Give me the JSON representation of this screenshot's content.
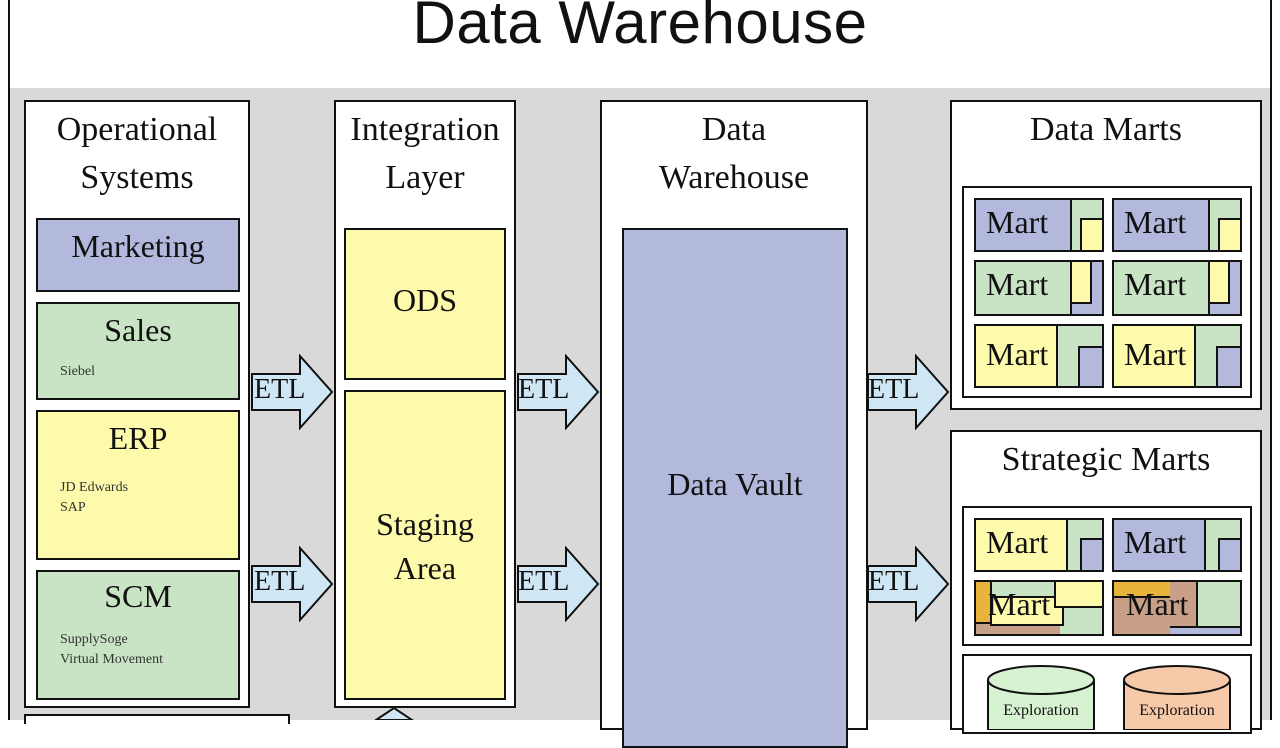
{
  "title": "Data Warehouse",
  "operational": {
    "title": "Operational\nSystems",
    "marketing": "Marketing",
    "sales": "Sales",
    "sales_sub": "Siebel",
    "erp": "ERP",
    "erp_sub": "JD Edwards\nSAP",
    "scm": "SCM",
    "scm_sub": "SupplySoge\nVirtual Movement"
  },
  "integration": {
    "title": "Integration\nLayer",
    "ods": "ODS",
    "staging": "Staging\nArea"
  },
  "warehouse": {
    "title": "Data\nWarehouse",
    "vault": "Data Vault"
  },
  "data_marts": {
    "title": "Data Marts",
    "mart_label": "Mart"
  },
  "strategic_marts": {
    "title": "Strategic Marts",
    "mart_label": "Mart",
    "exploration_label": "Exploration"
  },
  "etl_label": "ETL",
  "colors": {
    "blue": "#b3b9dc",
    "green": "#c9e4c4",
    "yellow": "#fdfbab",
    "arrow": "#cfe6f5",
    "brown": "#c8a088",
    "orange": "#f6c9a8",
    "background": "#d9d9d9"
  }
}
